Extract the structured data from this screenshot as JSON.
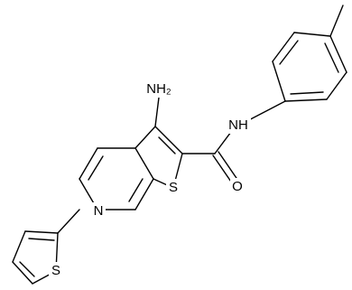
{
  "molecule": {
    "atom_labels": {
      "nh2": "NH₂",
      "amide_nh": "NH",
      "carbonyl_o": "O",
      "thieno_s": "S",
      "pyridine_n": "N",
      "thiophene_s": "S"
    }
  },
  "colors": {
    "bond": "#000000",
    "background": "#ffffff"
  }
}
